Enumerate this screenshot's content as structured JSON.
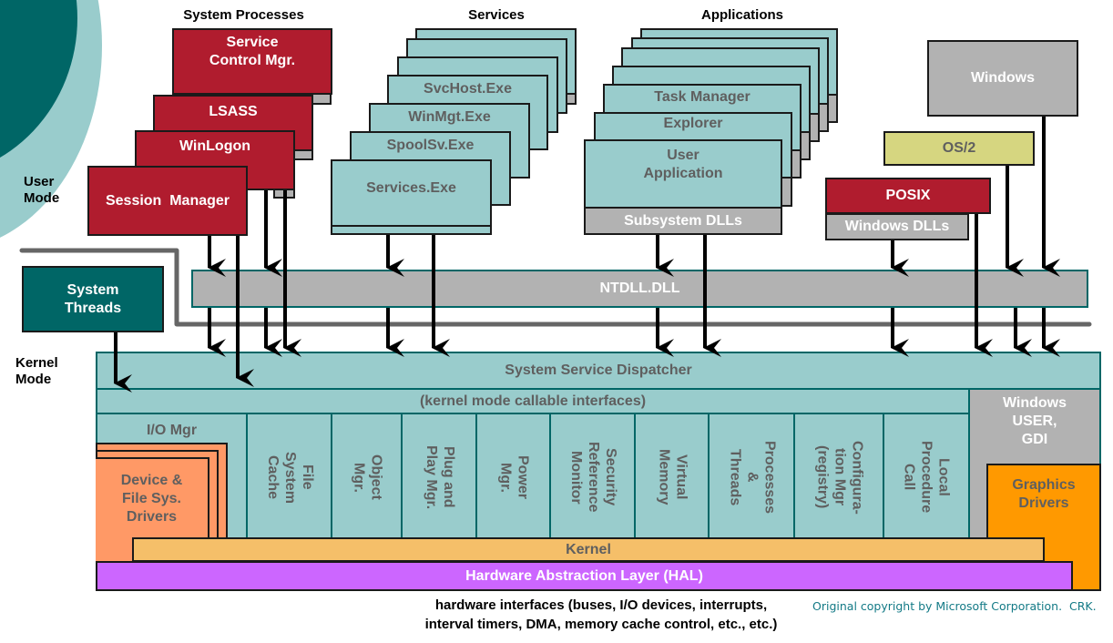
{
  "title": "Windows Architecture",
  "modes": {
    "user": "User\nMode",
    "kernel": "Kernel\nMode"
  },
  "groups": {
    "system_processes": {
      "heading": "System Processes",
      "items": [
        "Service\nControl Mgr.",
        "LSASS",
        "WinLogon",
        "Session  Manager"
      ]
    },
    "services": {
      "heading": "Services",
      "items": [
        "SvcHost.Exe",
        "WinMgt.Exe",
        "SpoolSv.Exe",
        "Services.Exe"
      ]
    },
    "applications": {
      "heading": "Applications",
      "items": [
        "Task Manager",
        "Explorer",
        "User\nApplication"
      ],
      "footer": "Subsystem DLLs"
    },
    "environment_subsystems": {
      "windows": "Windows",
      "os2": "OS/2",
      "posix": "POSIX",
      "windows_dlls": "Windows DLLs"
    }
  },
  "system_threads": "System\nThreads",
  "ntdll": "NTDLL.DLL",
  "kernel": {
    "dispatcher": "System Service Dispatcher",
    "callable": "(kernel mode callable interfaces)",
    "io_mgr": "I/O Mgr",
    "drivers": "Device &\nFile Sys.\nDrivers",
    "components": [
      "File\nSystem\nCache",
      "Object\nMgr.",
      "Plug and\nPlay Mgr.",
      "Power\nMgr.",
      "Security\nReference\nMonitor",
      "Virtual\nMemory",
      "Processes\n&\nThreads",
      "Configura-\ntion Mgr\n(registry)",
      "Local\nProcedure\nCall"
    ],
    "win_user_gdi": "Windows\nUSER,\nGDI",
    "graphics_drivers": "Graphics\nDrivers",
    "kernel_label": "Kernel",
    "hal": "Hardware Abstraction Layer (HAL)"
  },
  "footer": {
    "hardware": "hardware interfaces (buses, I/O devices, interrupts,\ninterval timers, DMA, memory cache control, etc., etc.)",
    "copyright": "Original copyright by Microsoft Corporation.  CRK."
  },
  "colors": {
    "system_process_red": "#b01c2e",
    "teal": "#99cccc",
    "dark_teal": "#006666",
    "gray": "#b2b2b2",
    "os2_yellow": "#d6d680",
    "driver_orange": "#ff9966",
    "graphics_orange": "#ff9900",
    "kernel_tan": "#f5bf69",
    "hal_purple": "#cc66ff"
  }
}
